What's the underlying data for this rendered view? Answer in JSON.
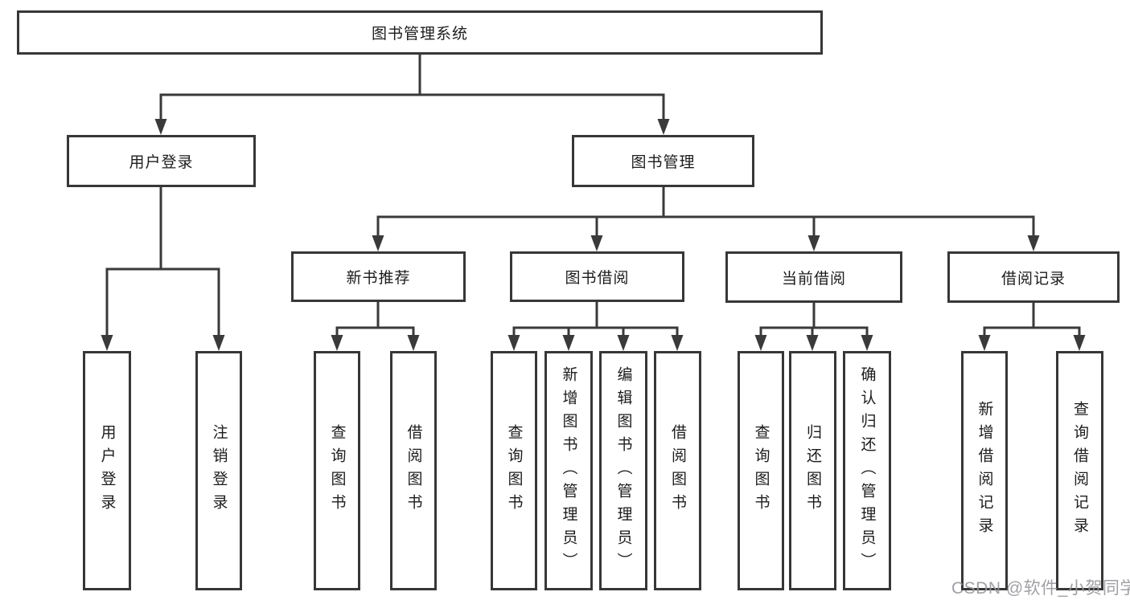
{
  "diagram": {
    "type": "hierarchy-tree",
    "root": {
      "label": "图书管理系统",
      "children": [
        {
          "label": "用户登录",
          "children": [
            {
              "label": "用户登录"
            },
            {
              "label": "注销登录"
            }
          ]
        },
        {
          "label": "图书管理",
          "children": [
            {
              "label": "新书推荐",
              "children": [
                {
                  "label": "查询图书"
                },
                {
                  "label": "借阅图书"
                }
              ]
            },
            {
              "label": "图书借阅",
              "children": [
                {
                  "label": "查询图书"
                },
                {
                  "label": "新增图书（管理员）"
                },
                {
                  "label": "编辑图书（管理员）"
                },
                {
                  "label": "借阅图书"
                }
              ]
            },
            {
              "label": "当前借阅",
              "children": [
                {
                  "label": "查询图书"
                },
                {
                  "label": "归还图书"
                },
                {
                  "label": "确认归还（管理员）"
                }
              ]
            },
            {
              "label": "借阅记录",
              "children": [
                {
                  "label": "新增借阅记录"
                },
                {
                  "label": "查询借阅记录"
                }
              ]
            }
          ]
        }
      ]
    }
  },
  "watermark": "CSDN @软件_小贺同学",
  "colors": {
    "line": "#3a3a3a",
    "box_border": "#373737",
    "text": "#1c1c1c",
    "watermark": "#98989d",
    "background": "#ffffff"
  }
}
